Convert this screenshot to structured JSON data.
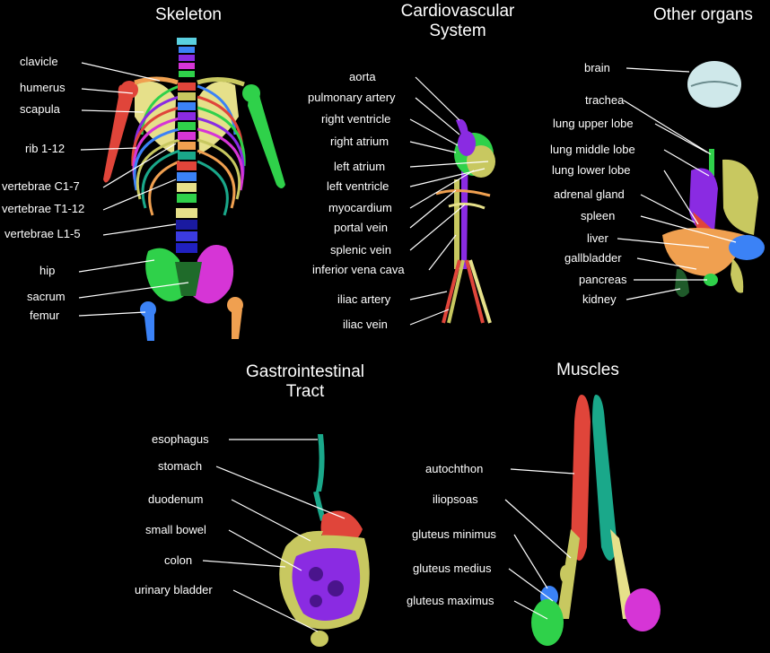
{
  "panels": {
    "skeleton": {
      "title": "Skeleton",
      "labels": [
        "clavicle",
        "humerus",
        "scapula",
        "rib 1-12",
        "vertebrae C1-7",
        "vertebrae T1-12",
        "vertebrae L1-5",
        "hip",
        "sacrum",
        "femur"
      ]
    },
    "cardio": {
      "title": "Cardiovascular System",
      "labels": [
        "aorta",
        "pulmonary artery",
        "right ventricle",
        "right atrium",
        "left atrium",
        "left ventricle",
        "myocardium",
        "portal vein",
        "splenic vein",
        "inferior vena cava",
        "iliac artery",
        "iliac vein"
      ]
    },
    "other": {
      "title": "Other organs",
      "labels": [
        "brain",
        "trachea",
        "lung upper lobe",
        "lung middle lobe",
        "lung lower lobe",
        "adrenal gland",
        "spleen",
        "liver",
        "gallbladder",
        "pancreas",
        "kidney"
      ]
    },
    "gi": {
      "title": "Gastrointestinal Tract",
      "labels": [
        "esophagus",
        "stomach",
        "duodenum",
        "small bowel",
        "colon",
        "urinary bladder"
      ]
    },
    "muscles": {
      "title": "Muscles",
      "labels": [
        "autochthon",
        "iliopsoas",
        "gluteus minimus",
        "gluteus medius",
        "gluteus maximus"
      ]
    }
  },
  "colors": {
    "background": "#000000",
    "text": "#ffffff",
    "leader_line": "#ffffff",
    "bone_yellow": "#e6e08a",
    "red": "#e0453a",
    "green": "#2fd14a",
    "purple": "#8a2be2",
    "magenta": "#d635d6",
    "blue": "#3b82f6",
    "olive": "#c8c860",
    "orange": "#f0a050",
    "teal": "#1aa88a"
  }
}
